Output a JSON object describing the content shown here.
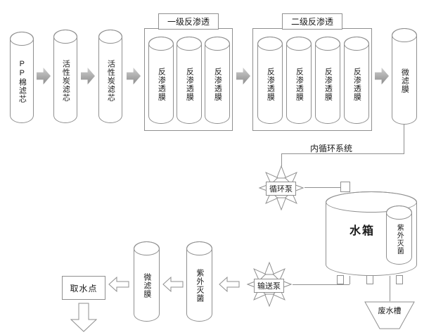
{
  "colors": {
    "line": "#8f8f8f",
    "arrow_fill": "#9a9a9a",
    "text": "#1a1a1a",
    "background": "#ffffff"
  },
  "icons": {
    "flow_arrow_right": "solid block arrow pointing right",
    "flow_arrow_left": "hollow block arrow pointing left",
    "flow_arrow_down": "hollow block arrow pointing down",
    "pump": "radial impeller wheel with center hub"
  },
  "pretreatment": {
    "pp_filter": "PP棉滤芯",
    "carbon_filter_1": "活性炭滤芯",
    "carbon_filter_2": "活性炭滤芯"
  },
  "stage1": {
    "title": "一级反渗透",
    "membranes": [
      "反渗透膜",
      "反渗透膜",
      "反渗透膜"
    ]
  },
  "stage2": {
    "title": "二级反渗透",
    "membranes": [
      "反渗透膜",
      "反渗透膜",
      "反渗透膜",
      "反渗透膜"
    ]
  },
  "top_microfilter": "微滤膜",
  "loop": {
    "label": "内循环系统",
    "pump": "循环泵"
  },
  "tank": {
    "label": "水箱",
    "uv": "紫外灭菌",
    "waste": "废水槽"
  },
  "output": {
    "pump": "输送泵",
    "uv": "紫外灭菌",
    "microfilter": "微滤膜",
    "outlet": "取水点"
  }
}
